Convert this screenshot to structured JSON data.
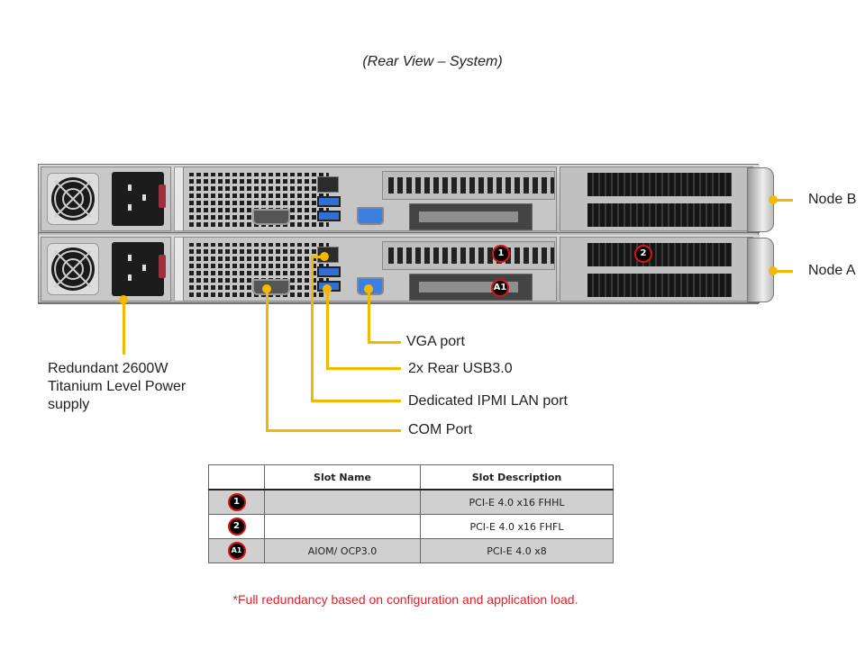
{
  "caption": "(Rear View – System)",
  "colors": {
    "callout_line": "#f5b800",
    "badge_ring": "#dd1111",
    "footnote": "#e0202a",
    "table_shade": "#d0d0d0"
  },
  "node_labels": {
    "node_b": "Node B",
    "node_a": "Node A"
  },
  "callouts": {
    "psu": "Redundant 2600W Titanium Level Power supply",
    "vga": "VGA port",
    "usb": "2x Rear USB3.0",
    "ipmi": "Dedicated IPMI  LAN port",
    "com": "COM Port"
  },
  "slot_badges": {
    "slot1": "1",
    "slot2": "2",
    "slotA1": "A1"
  },
  "table": {
    "headers": [
      "",
      "Slot Name",
      "Slot Description"
    ],
    "rows": [
      {
        "badge": "1",
        "name": "",
        "description": "PCI-E 4.0 x16 FHHL"
      },
      {
        "badge": "2",
        "name": "",
        "description": "PCI-E 4.0 x16 FHFL"
      },
      {
        "badge": "A1",
        "name": "AIOM/ OCP3.0",
        "description": "PCI-E 4.0 x8"
      }
    ]
  },
  "footnote": "*Full redundancy based on configuration and application load."
}
